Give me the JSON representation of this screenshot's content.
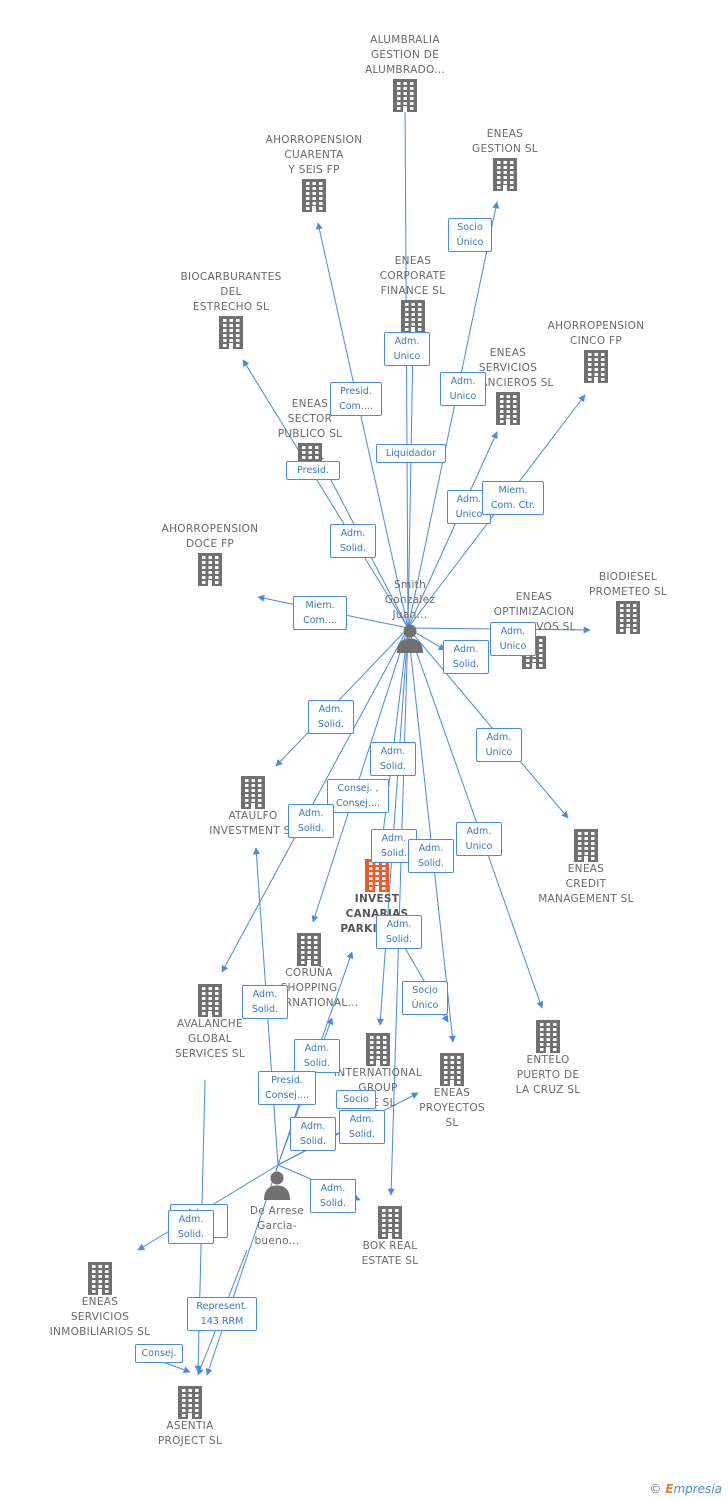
{
  "companies": {
    "alumbralia": "ALUMBRALIA\nGESTION DE\nALUMBRADO...",
    "ahorropension46": "AHORROPENSION\nCUARENTA\nY SEIS FP",
    "eneas_gestion": "ENEAS\nGESTION SL",
    "biocarburantes": "BIOCARBURANTES\nDEL\nESTRECHO SL",
    "eneas_corporate": "ENEAS\nCORPORATE\nFINANCE SL",
    "ahorropension5": "AHORROPENSION\nCINCO FP",
    "eneas_servicios_fin": "ENEAS\nSERVICIOS\nFINANCIEROS SL",
    "eneas_sector": "ENEAS\nSECTOR\nPUBLICO SL",
    "ahorropension12": "AHORROPENSION\nDOCE FP",
    "biodiesel": "BIODIESEL\nPROMETEO SL",
    "eneas_optimizacion": "ENEAS\nOPTIMIZACION\nDE ACTIVOS SL",
    "ataulfo": "ATAULFO\nINVESTMENT SL",
    "eneas_credit": "ENEAS\nCREDIT\nMANAGEMENT SL",
    "invest_canarias": "INVEST\nCANARIAS\nPARKING SL",
    "coruna": "CORUÑA\nSHOPPING\nINTERNATIONAL...",
    "avalanche": "AVALANCHE\nGLOBAL\nSERVICES SL",
    "international_group": "INTERNATIONAL\nGROUP\nIDE SL",
    "eneas_proyectos": "ENEAS\nPROYECTOS\nSL",
    "entelo": "ENTELO\nPUERTO DE\nLA CRUZ SL",
    "bok": "BOK REAL\nESTATE SL",
    "eneas_inmobiliarios": "ENEAS\nSERVICIOS\nINMOBILIARIOS SL",
    "asentia": "ASENTIA\nPROJECT SL"
  },
  "persons": {
    "smith": "Smith\nGonzalez\nJuan...",
    "dearrese": "De Arrese\nGarcia-\nbueno..."
  },
  "relations": {
    "r_socio_gestion": "Socio\nÚnico",
    "r_adm_corporate": "Adm.\nUnico",
    "r_presid_46": "Presid.\nCom....",
    "r_adm_servfin": "Adm.\nUnico",
    "r_liquidador": "Liquidador",
    "r_presid_bio": "Presid.",
    "r_adm_sector": "Adm.\nSolid.",
    "r_adm_unico_opt": "Adm.\nUnico",
    "r_miem_5": "Miem.\nCom. Ctr.",
    "r_miem_12": "Miem.\nCom....",
    "r_adm_unico_bio": "Adm.\nUnico",
    "r_adm_solid_opt": "Adm.\nSolid.",
    "r_adm_ataulfo": "Adm.\nSolid.",
    "r_adm_credit": "Adm.\nUnico",
    "r_adm_invest": "Adm.\nSolid.",
    "r_consej_coruna": "Consej. ,\nConsej....",
    "r_adm_avalanche": "Adm.\nSolid.",
    "r_adm_intl": "Adm.\nSolid.",
    "r_adm_proyectos": "Adm.\nSolid.",
    "r_adm_entelo": "Adm.\nUnico",
    "r_adm_bok": "Adm.\nSolid.",
    "r_socio_proy": "Socio\nÚnico",
    "r_da_ataulfo": "Adm.\nSolid.",
    "r_da_invest": "Adm.\nSolid.",
    "r_da_coruna": "Presid.\nConsej....",
    "r_da_socio": "Socio",
    "r_da_intl": "Adm.\nSolid.",
    "r_da_adm2": "Adm.\nSolid.",
    "r_da_bok": "Adm.\nSolid.",
    "r_da_avalanche": "Adm.\nSolid.",
    "r_da_inmob": "Adm.\nSolid.",
    "r_repr": "Represent.\n143 RRM",
    "r_consej_asentia": "Consej."
  },
  "brand": {
    "copyright": "©",
    "e": "E",
    "rest": "mpresia"
  },
  "colors": {
    "edge": "#4a8ae0",
    "building": "#707070",
    "focus": "#f05a28",
    "person": "#707070"
  }
}
